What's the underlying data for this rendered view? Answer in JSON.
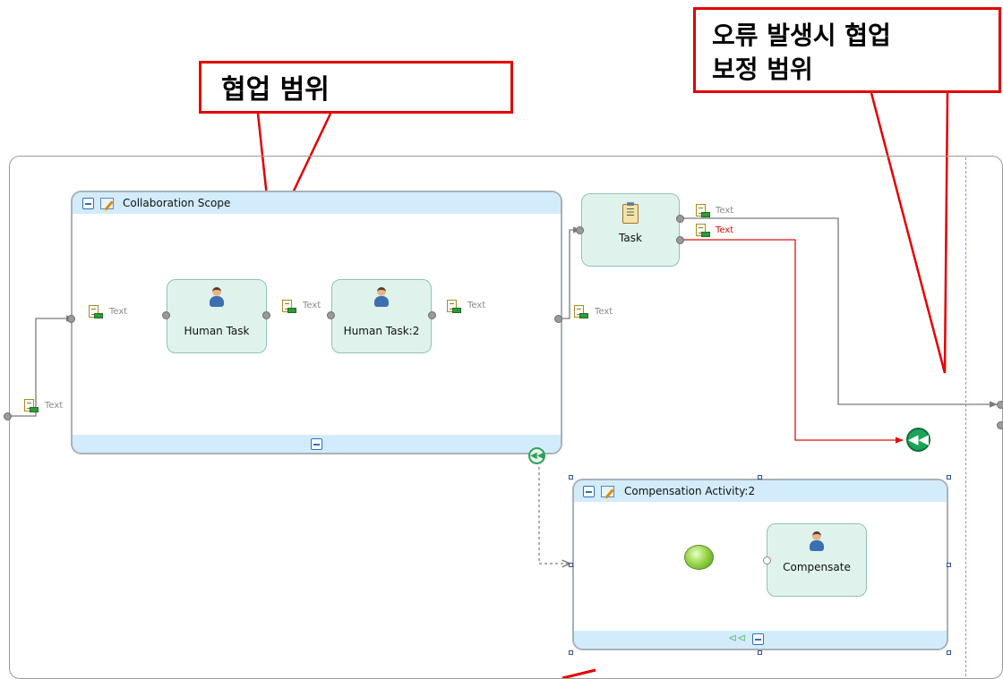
{
  "callouts": {
    "collab_scope": "협업 범위",
    "error_comp_line1": "오류 발생시 협업",
    "error_comp_line2": "보정 범위"
  },
  "scopes": {
    "collaboration": {
      "title": "Collaboration Scope"
    },
    "compensation": {
      "title": "Compensation Activity:2"
    }
  },
  "tasks": {
    "human_task_1": "Human Task",
    "human_task_2": "Human Task:2",
    "task": "Task",
    "compensate": "Compensate"
  },
  "data_labels": {
    "entry": "Text",
    "scope_in": "Text",
    "between_humans": "Text",
    "after_human2": "Text",
    "scope_out": "Text",
    "task_out_normal": "Text",
    "task_out_fault": "Text"
  },
  "colors": {
    "callout_border": "#e30000",
    "fault_flow": "#e01010",
    "normal_flow": "#7a7a7a",
    "scope_header": "#d3ecfb",
    "task_fill": "#dff3ec"
  }
}
